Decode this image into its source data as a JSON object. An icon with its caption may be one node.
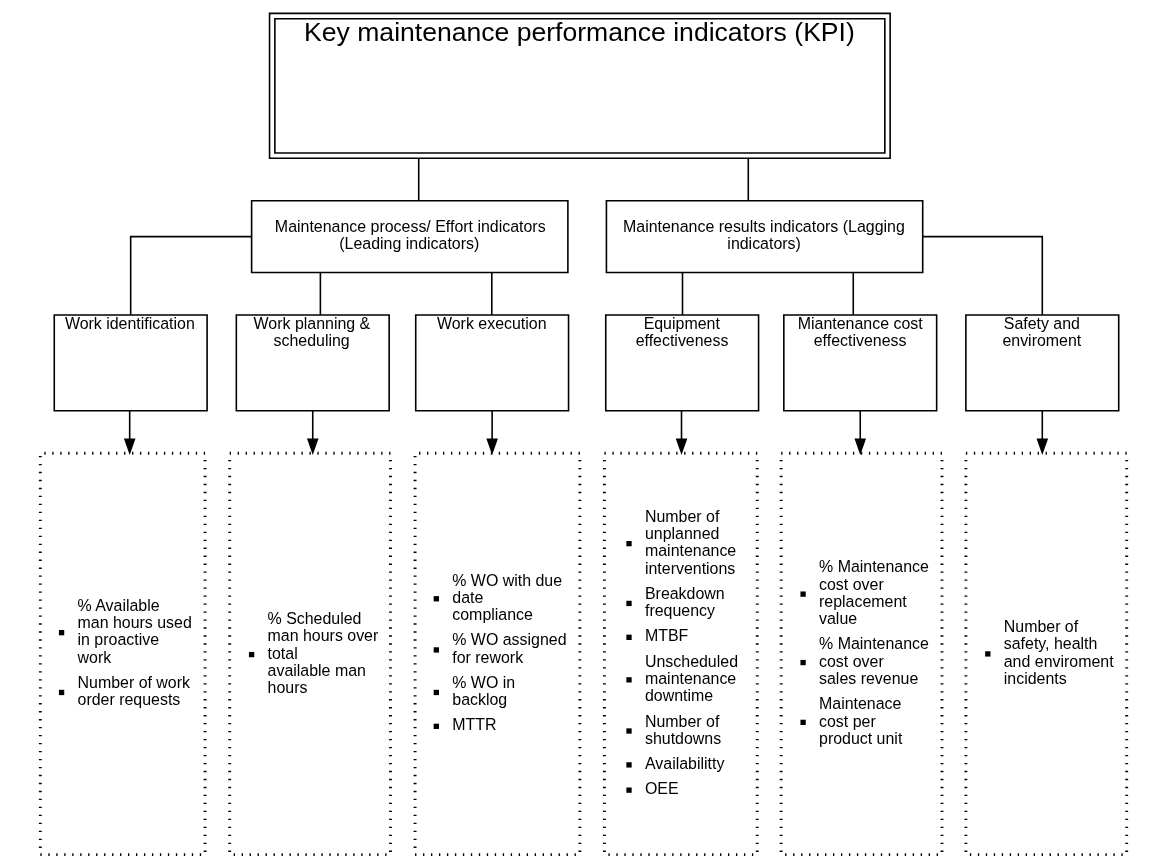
{
  "diagram": {
    "nodes": [
      {
        "text": [
          "Key maintenance performance indicators (KPI)"
        ]
      },
      {
        "text": [
          "Maintenance process/ Effort indicators (Leading indicators)"
        ]
      },
      {
        "text": [
          "Maintenance results indicators (Lagging indicators)"
        ]
      },
      {
        "text": [
          "Work identification"
        ]
      },
      {
        "text": [
          "Work planning & scheduling"
        ]
      },
      {
        "text": [
          "Work execution"
        ]
      },
      {
        "text": [
          "Equipment effectiveness"
        ]
      },
      {
        "text": [
          "Miantenance cost effectiveness"
        ]
      },
      {
        "text": [
          "Safety and enviroment"
        ]
      },
      {
        "text": [
          "% Available man hours used in proactive work",
          "Number of work order requests"
        ]
      },
      {
        "text": [
          "% Scheduled man hours over total available man hours"
        ]
      },
      {
        "text": [
          "% WO with due date compliance",
          "% WO assigned for rework",
          "% WO in backlog",
          "MTTR"
        ]
      },
      {
        "text": [
          "Number of unplanned maintenance interventions",
          "Breakdown frequency",
          "MTBF",
          "Unscheduled maintenance downtime",
          "Number of shutdowns",
          "Availabilitty",
          "OEE"
        ]
      },
      {
        "text": [
          "% Maintenance cost over replacement value",
          "% Maintenance cost over sales revenue",
          "Maintenace cost per product unit"
        ]
      },
      {
        "text": [
          "Number of safety, health and enviroment incidents"
        ]
      }
    ],
    "edges": [
      {
        "from": 0,
        "to": 1,
        "arrow": "none"
      },
      {
        "from": 0,
        "to": 2,
        "arrow": "none"
      },
      {
        "from": 1,
        "to": 3,
        "arrow": "none"
      },
      {
        "from": 1,
        "to": 4,
        "arrow": "none"
      },
      {
        "from": 1,
        "to": 5,
        "arrow": "none"
      },
      {
        "from": 2,
        "to": 6,
        "arrow": "none"
      },
      {
        "from": 2,
        "to": 7,
        "arrow": "none"
      },
      {
        "from": 2,
        "to": 8,
        "arrow": "none"
      },
      {
        "from": 3,
        "to": 9,
        "arrow": "to"
      },
      {
        "from": 4,
        "to": 10,
        "arrow": "to"
      },
      {
        "from": 5,
        "to": 11,
        "arrow": "to"
      },
      {
        "from": 6,
        "to": 12,
        "arrow": "to"
      },
      {
        "from": 7,
        "to": 13,
        "arrow": "to"
      },
      {
        "from": 8,
        "to": 14,
        "arrow": "to"
      }
    ]
  }
}
